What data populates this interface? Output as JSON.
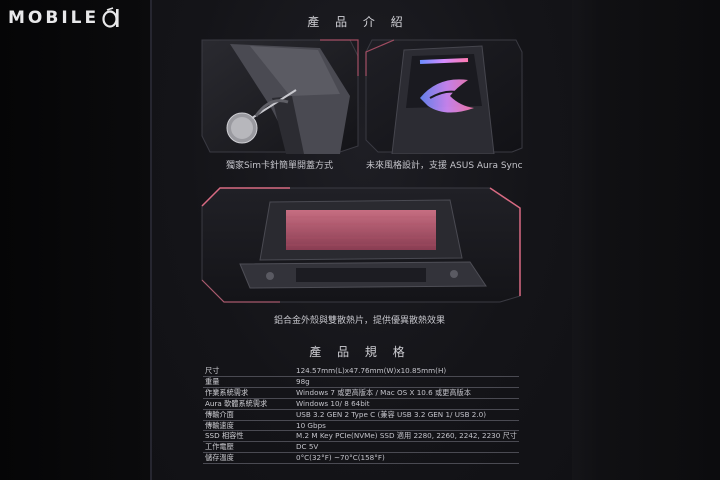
{
  "watermark": {
    "brand_text": "MOBILE",
    "mark": "01-logo-icon"
  },
  "intro": {
    "title": "產 品 介 紹",
    "captions": {
      "sim_eject": "獨家Sim卡針簡單開蓋方式",
      "aura_sync": "未來風格設計，支援 ASUS Aura Sync",
      "cooling": "鋁合金外殼與雙散熱片，提供優異散熱效果"
    }
  },
  "specs": {
    "title": "產 品 規 格",
    "rows": [
      {
        "label": "尺寸",
        "value": "124.57mm(L)x47.76mm(W)x10.85mm(H)"
      },
      {
        "label": "重量",
        "value": "98g"
      },
      {
        "label": "作業系統需求",
        "value": "Windows 7 或更高版本 / Mac OS X 10.6 或更高版本"
      },
      {
        "label": "Aura 軟體系統需求",
        "value": "Windows 10/ 8 64bit"
      },
      {
        "label": "傳輸介面",
        "value": "USB 3.2 GEN 2 Type C (兼容 USB 3.2 GEN 1/ USB 2.0)"
      },
      {
        "label": "傳輸速度",
        "value": "10 Gbps"
      },
      {
        "label": "SSD 相容性",
        "value": "M.2 M Key PCIe(NVMe) SSD 適用 2280, 2260, 2242, 2230 尺寸"
      },
      {
        "label": "工作電壓",
        "value": "DC 5V"
      },
      {
        "label": "儲存溫度",
        "value": "0°C(32°F) ~70°C(158°F)"
      }
    ]
  },
  "colors": {
    "accent_glow": "#e0607a",
    "background": "#141418"
  }
}
